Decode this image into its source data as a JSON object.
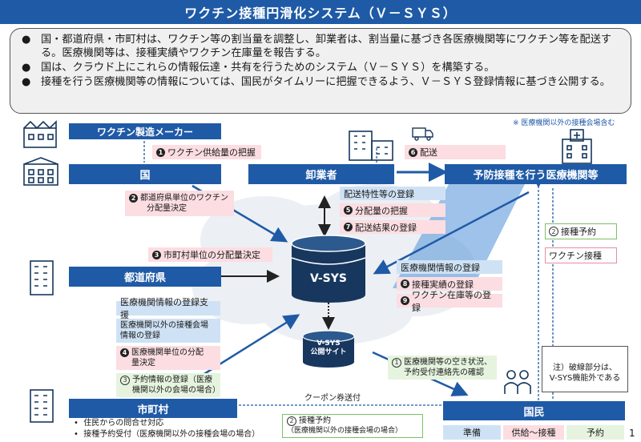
{
  "title": "ワクチン接種円滑化システム（Ｖ－ＳＹＳ）",
  "summary": [
    "国・都道府県・市町村は、ワクチン等の割当量を調整し、卸業者は、割当量に基づき各医療機関等にワクチン等を配送する。医療機関等は、接種実績やワクチン在庫量を報告する。",
    "国は、クラウド上にこれらの情報伝達・共有を行うためのシステム（Ｖ－ＳＹＳ）を構築する。",
    "接種を行う医療機関等の情報については、国民がタイムリーに把握できるよう、Ｖ－ＳＹＳ登録情報に基づき公開する。"
  ],
  "bullet_symbol": "●",
  "actors": {
    "maker": "ワクチン製造メーカー",
    "country": "国",
    "wholesaler": "卸業者",
    "clinic": "予防接種を行う医療機関等",
    "prefecture": "都道府県",
    "municipality": "市町村",
    "citizen": "国民"
  },
  "clinic_note": "※ 医療機関以外の接種会場含む",
  "vsys": {
    "main": "V-SYS",
    "site_line1": "V-SYS",
    "site_line2": "公開サイト"
  },
  "steps": {
    "s1": {
      "num": "1",
      "text": "ワクチン供給量の把握"
    },
    "s2": {
      "num": "2",
      "line1": "都道府県単位のワクチン",
      "line2": "分配量決定"
    },
    "s3": {
      "num": "3",
      "text": "市町村単位の分配量決定"
    },
    "s4": {
      "num": "4",
      "line1": "医療機関単位の分配",
      "line2": "量決定"
    },
    "s5": {
      "num": "5",
      "text": "分配量の把握"
    },
    "s6": {
      "num": "6",
      "text": "配送"
    },
    "s7": {
      "num": "7",
      "text": "配送結果の登録"
    },
    "s8": {
      "num": "8",
      "text": "接種実績の登録"
    },
    "s9": {
      "num": "9",
      "text": "ワクチン在庫等の登録"
    }
  },
  "wholesaler_reg": "配送特性等の登録",
  "clinic_reg": "医療機関情報の登録",
  "municipality_items": {
    "support": "医療機関情報の登録支援",
    "venue_line1": "医療機関以外の接種会場",
    "venue_line2": "情報の登録",
    "reserve_num": "3",
    "reserve_line1": "予約情報の登録（医療",
    "reserve_line2": "機関以外の会場の場合）"
  },
  "right_legend": {
    "reserve_num": "2",
    "reserve": "接種予約",
    "vaccinate": "ワクチン接種"
  },
  "public_info": {
    "num": "1",
    "line1": "医療機関等の空き状況、",
    "line2": "予約受付連絡先の確認"
  },
  "coupon": "クーポン券送付",
  "bottom_reserve": {
    "num": "2",
    "line1": "接種予約",
    "line2": "（医療機関以外の接種会場の場合）"
  },
  "municipality_tasks": [
    "住民からの問合せ対応",
    "接種予約受付（医療機関以外の接種会場の場合）"
  ],
  "task_bullet": "•",
  "note": {
    "line1": "注）破線部分は、",
    "line2": "V-SYS機能外である"
  },
  "legend": {
    "prep": "準備",
    "supply": "供給～接種",
    "reserve": "予約"
  },
  "page_number": "1",
  "colors": {
    "title_blue": "#1f5aa6",
    "arrow_blue": "#1f5aa6",
    "pink": "#fbdde2",
    "light_blue": "#cfe2f5",
    "light_green": "#e6f4df",
    "cloud": "#eceff3"
  },
  "icons": [
    "factory-icon",
    "government-building-icon",
    "warehouse-icon",
    "delivery-truck-icon",
    "hospital-icon",
    "office-building-icon",
    "cylinder-database-icon",
    "people-icon"
  ]
}
